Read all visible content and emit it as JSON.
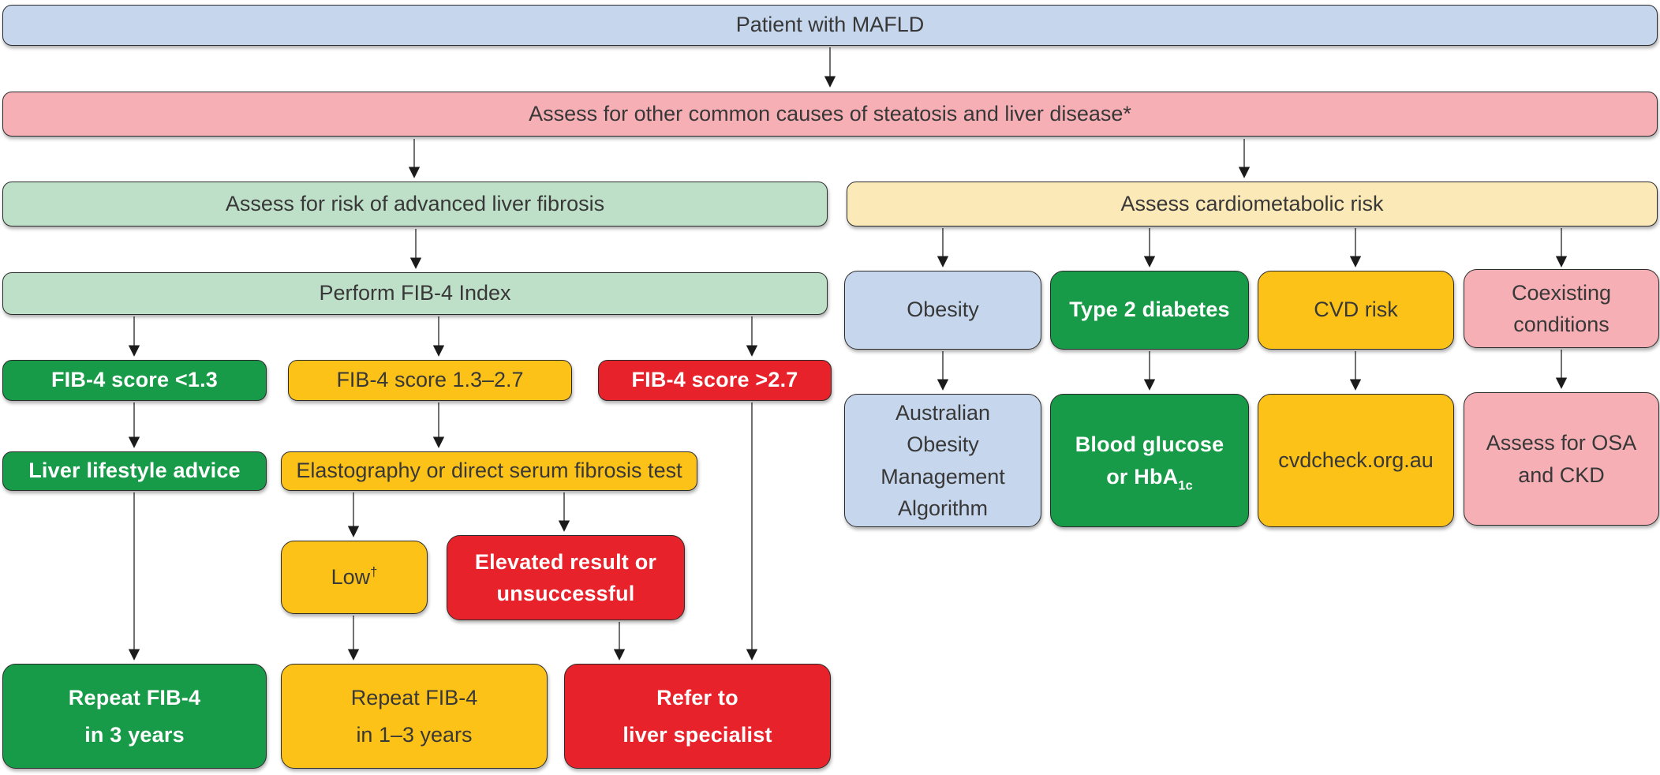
{
  "diagram": {
    "title": "Patient with MAFLD flowchart",
    "type": "clinical-algorithm-flowchart"
  },
  "nodes": {
    "patient_mafld": {
      "label": "Patient with MAFLD"
    },
    "assess_causes": {
      "label": "Assess for other common causes of steatosis and liver disease*"
    },
    "assess_fibrosis": {
      "label": "Assess for risk of advanced liver fibrosis"
    },
    "assess_cardio": {
      "label": "Assess cardiometabolic risk"
    },
    "perform_fib4": {
      "label": "Perform FIB-4 Index"
    },
    "fib4_low": {
      "label": "FIB-4 score <1.3"
    },
    "fib4_mid": {
      "label": "FIB-4 score 1.3–2.7"
    },
    "fib4_high": {
      "label": "FIB-4 score >2.7"
    },
    "lifestyle": {
      "label": "Liver lifestyle advice"
    },
    "elastography": {
      "label": "Elastography or direct serum fibrosis test"
    },
    "low_result": {
      "label": "Low",
      "sup": "†"
    },
    "elevated": {
      "label": "Elevated result or\nunsuccessful"
    },
    "repeat3": {
      "label": "Repeat FIB-4\nin 3 years"
    },
    "repeat13": {
      "label": "Repeat FIB-4\nin 1–3 years"
    },
    "refer": {
      "label": "Refer to\nliver specialist"
    },
    "obesity": {
      "label": "Obesity"
    },
    "type2": {
      "label": "Type 2 diabetes"
    },
    "cvd": {
      "label": "CVD risk"
    },
    "coexisting": {
      "label": "Coexisting\nconditions"
    },
    "aoma": {
      "label": "Australian\nObesity\nManagement\nAlgorithm"
    },
    "glucose": {
      "label": "Blood glucose\nor HbA",
      "sub": "1c"
    },
    "cvdcheck": {
      "label": "cvdcheck.org.au"
    },
    "osa_ckd": {
      "label": "Assess for OSA\nand CKD"
    }
  },
  "edges": [
    {
      "from": "patient_mafld",
      "to": "assess_causes"
    },
    {
      "from": "assess_causes",
      "to": "assess_fibrosis"
    },
    {
      "from": "assess_causes",
      "to": "assess_cardio"
    },
    {
      "from": "assess_fibrosis",
      "to": "perform_fib4"
    },
    {
      "from": "perform_fib4",
      "to": "fib4_low"
    },
    {
      "from": "perform_fib4",
      "to": "fib4_mid"
    },
    {
      "from": "perform_fib4",
      "to": "fib4_high"
    },
    {
      "from": "fib4_low",
      "to": "lifestyle"
    },
    {
      "from": "fib4_mid",
      "to": "elastography"
    },
    {
      "from": "fib4_high",
      "to": "refer"
    },
    {
      "from": "elastography",
      "to": "low_result"
    },
    {
      "from": "elastography",
      "to": "elevated"
    },
    {
      "from": "lifestyle",
      "to": "repeat3"
    },
    {
      "from": "low_result",
      "to": "repeat13"
    },
    {
      "from": "elevated",
      "to": "refer"
    },
    {
      "from": "assess_cardio",
      "to": "obesity"
    },
    {
      "from": "assess_cardio",
      "to": "type2"
    },
    {
      "from": "assess_cardio",
      "to": "cvd"
    },
    {
      "from": "assess_cardio",
      "to": "coexisting"
    },
    {
      "from": "obesity",
      "to": "aoma"
    },
    {
      "from": "type2",
      "to": "glucose"
    },
    {
      "from": "cvd",
      "to": "cvdcheck"
    },
    {
      "from": "coexisting",
      "to": "osa_ckd"
    }
  ],
  "colors": {
    "blue": "#c6d6ec",
    "pink": "#f6afb5",
    "light_green": "#bfe0c8",
    "cream": "#fce9b8",
    "green": "#189b48",
    "amber": "#fdc217",
    "red": "#e7222a",
    "border": "#2b2b2b",
    "arrow_line": "#4d4d4d",
    "arrow_head": "#1b1b1b",
    "text_dark": "#383838",
    "text_light": "#ffffff"
  }
}
